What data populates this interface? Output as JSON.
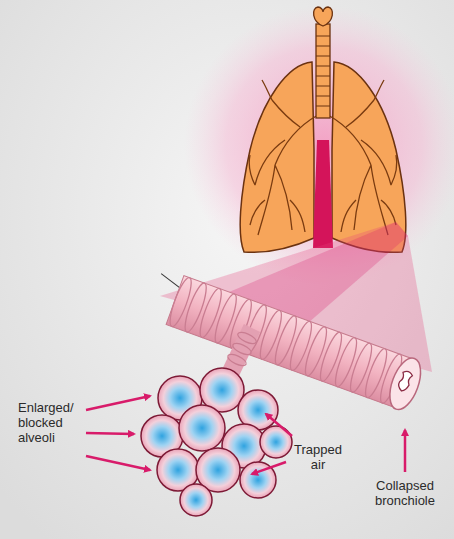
{
  "diagram": {
    "labels": [
      "Enlarged/ blocked alveoli",
      "Trapped air",
      "Collapsed bronchiole"
    ]
  }
}
